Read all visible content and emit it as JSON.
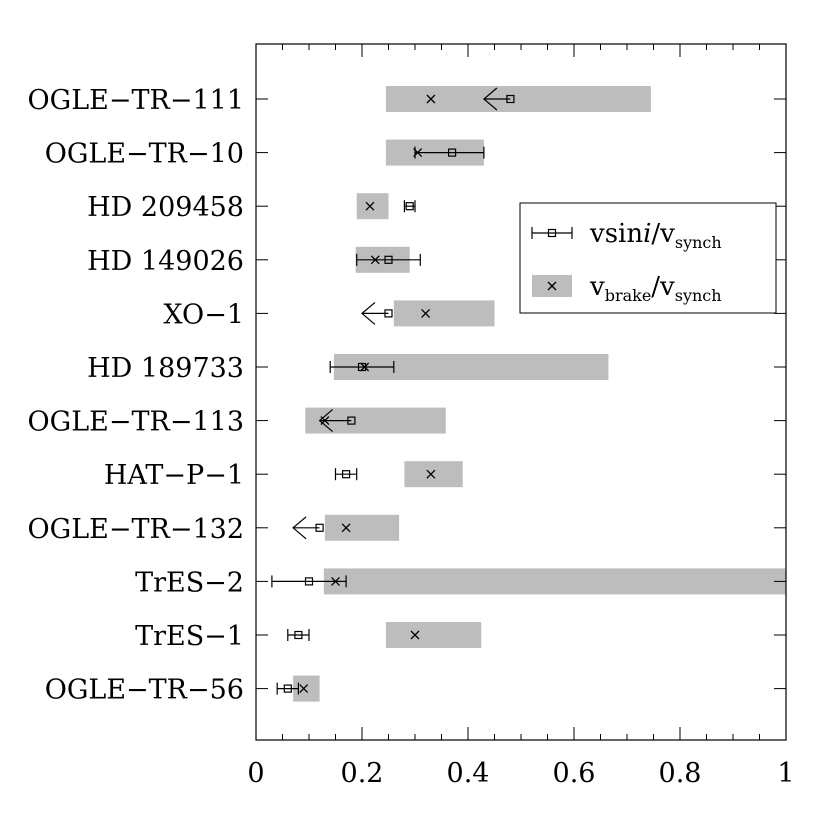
{
  "chart_data": {
    "type": "bar",
    "orientation": "horizontal",
    "title": "",
    "xlabel": "",
    "ylabel": "",
    "xlim": [
      0,
      1
    ],
    "xticks": [
      0,
      0.2,
      0.4,
      0.6,
      0.8,
      1
    ],
    "xtick_labels": [
      "0",
      "0.2",
      "0.4",
      "0.6",
      "0.8",
      "1"
    ],
    "grid": false,
    "legend_placement": "upper-right",
    "bar_color": "#bdbdbd",
    "categories": [
      "OGLE−TR−111",
      "OGLE−TR−10",
      "HD 209458",
      "HD 149026",
      "XO−1",
      "HD 189733",
      "OGLE−TR−113",
      "HAT−P−1",
      "OGLE−TR−132",
      "TrES−2",
      "TrES−1",
      "OGLE−TR−56"
    ],
    "legend": [
      {
        "base": "vsin",
        "italic": "i",
        "slash": "/",
        "v1": "v",
        "sub1": "",
        "v2": "v",
        "sub2": "synch"
      },
      {
        "base": "",
        "italic": "",
        "slash": "/",
        "v1": "v",
        "sub1": "brake",
        "v2": "v",
        "sub2": "synch"
      }
    ],
    "series": [
      {
        "name": "vsini/vsynch",
        "marker": "open-square",
        "points": [
          {
            "value": 0.48,
            "err_low": null,
            "err_high": null,
            "upper_limit": true,
            "limit_to": 0.43
          },
          {
            "value": 0.37,
            "err_low": 0.3,
            "err_high": 0.43,
            "upper_limit": false
          },
          {
            "value": 0.29,
            "err_low": 0.28,
            "err_high": 0.3,
            "upper_limit": false
          },
          {
            "value": 0.25,
            "err_low": 0.19,
            "err_high": 0.31,
            "upper_limit": false
          },
          {
            "value": 0.25,
            "err_low": null,
            "err_high": null,
            "upper_limit": true,
            "limit_to": 0.2
          },
          {
            "value": 0.2,
            "err_low": 0.14,
            "err_high": 0.26,
            "upper_limit": false
          },
          {
            "value": 0.18,
            "err_low": null,
            "err_high": null,
            "upper_limit": true,
            "limit_to": 0.12
          },
          {
            "value": 0.17,
            "err_low": 0.15,
            "err_high": 0.19,
            "upper_limit": false
          },
          {
            "value": 0.12,
            "err_low": null,
            "err_high": null,
            "upper_limit": true,
            "limit_to": 0.07
          },
          {
            "value": 0.1,
            "err_low": 0.03,
            "err_high": 0.17,
            "upper_limit": false
          },
          {
            "value": 0.08,
            "err_low": 0.06,
            "err_high": 0.1,
            "upper_limit": false
          },
          {
            "value": 0.06,
            "err_low": 0.04,
            "err_high": 0.08,
            "upper_limit": false
          }
        ]
      },
      {
        "name": "vbrake/vsynch",
        "marker": "cross",
        "points": [
          {
            "value": 0.33,
            "low": 0.245,
            "high": 0.745
          },
          {
            "value": 0.305,
            "low": 0.245,
            "high": 0.43
          },
          {
            "value": 0.215,
            "low": 0.19,
            "high": 0.25
          },
          {
            "value": 0.225,
            "low": 0.188,
            "high": 0.29
          },
          {
            "value": 0.32,
            "low": 0.26,
            "high": 0.45
          },
          {
            "value": 0.205,
            "low": 0.147,
            "high": 0.665
          },
          {
            "value": 0.13,
            "low": 0.093,
            "high": 0.358
          },
          {
            "value": 0.33,
            "low": 0.28,
            "high": 0.39
          },
          {
            "value": 0.17,
            "low": 0.13,
            "high": 0.27
          },
          {
            "value": 0.15,
            "low": 0.128,
            "high": 1.0
          },
          {
            "value": 0.3,
            "low": 0.245,
            "high": 0.425
          },
          {
            "value": 0.09,
            "low": 0.07,
            "high": 0.12
          }
        ]
      }
    ]
  }
}
